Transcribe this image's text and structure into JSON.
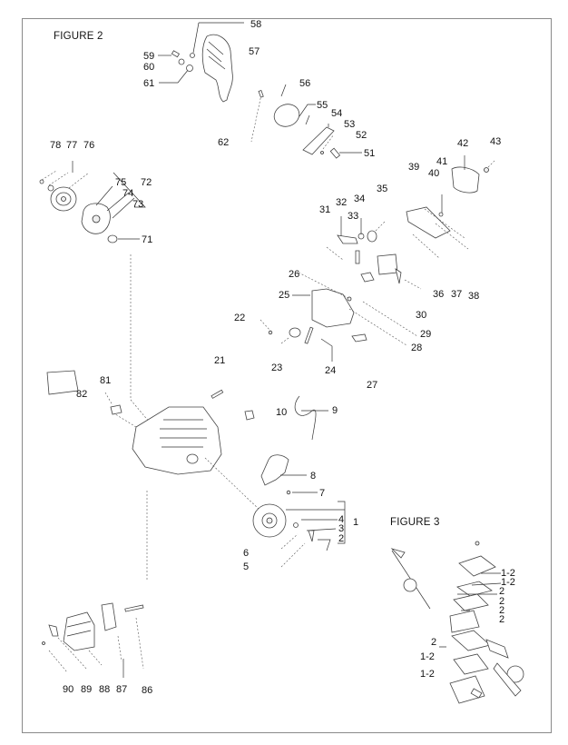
{
  "figure2": {
    "title": "FIGURE 2",
    "labels": {
      "1": "1",
      "2": "2",
      "3": "3",
      "4": "4",
      "5": "5",
      "6": "6",
      "7": "7",
      "8": "8",
      "9": "9",
      "10": "10",
      "21": "21",
      "22": "22",
      "23": "23",
      "24": "24",
      "25": "25",
      "26": "26",
      "27": "27",
      "28": "28",
      "29": "29",
      "30": "30",
      "31": "31",
      "32": "32",
      "33": "33",
      "34": "34",
      "35": "35",
      "36": "36",
      "37": "37",
      "38": "38",
      "39": "39",
      "40": "40",
      "41": "41",
      "42": "42",
      "43": "43",
      "51": "51",
      "52": "52",
      "53": "53",
      "54": "54",
      "55": "55",
      "56": "56",
      "57": "57",
      "58": "58",
      "59": "59",
      "60": "60",
      "61": "61",
      "62": "62",
      "71": "71",
      "72": "72",
      "73": "73",
      "74": "74",
      "75": "75",
      "76": "76",
      "77": "77",
      "78": "78",
      "81": "81",
      "82": "82",
      "86": "86",
      "87": "87",
      "88": "88",
      "89": "89",
      "90": "90"
    },
    "parts": [
      {
        "id": "rear-handle-cover"
      },
      {
        "id": "brake-band"
      },
      {
        "id": "brake-lever-assembly"
      },
      {
        "id": "chain-tensioner-plate"
      },
      {
        "id": "clutch-drum"
      },
      {
        "id": "clutch-assembly"
      },
      {
        "id": "oil-pump-housing"
      },
      {
        "id": "engine-crankcase"
      },
      {
        "id": "flywheel"
      },
      {
        "id": "ignition-coil"
      },
      {
        "id": "muffler"
      },
      {
        "id": "decal-plate"
      }
    ]
  },
  "figure3": {
    "title": "FIGURE 3",
    "labels": [
      "1-2",
      "1-2",
      "2",
      "2",
      "2",
      "2",
      "2",
      "1-2",
      "1-2"
    ]
  }
}
